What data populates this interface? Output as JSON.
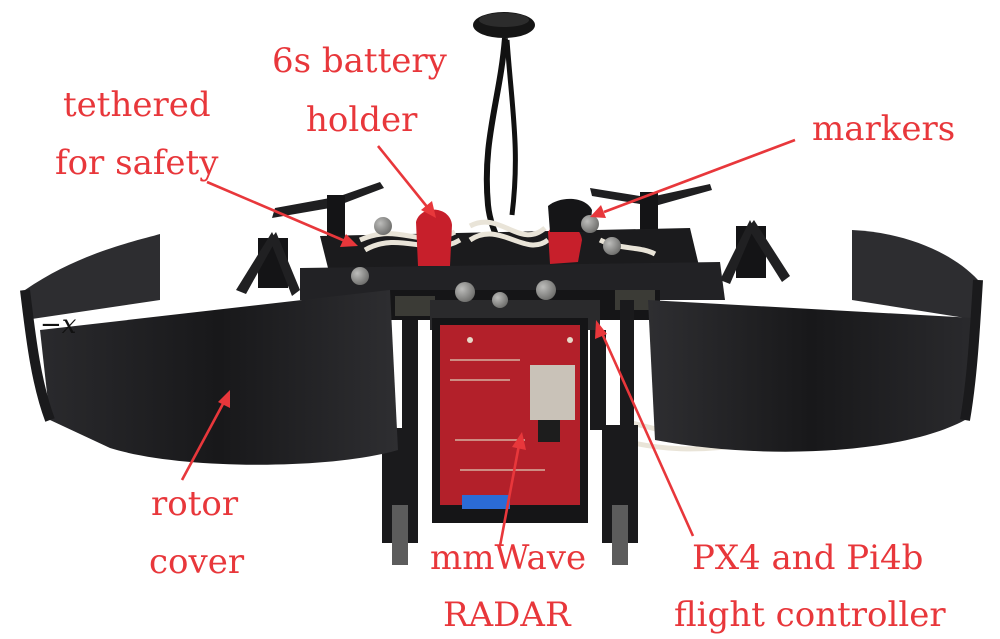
{
  "colors": {
    "annotation": "#e8373b",
    "drone_body": "#1c1c1e",
    "rotor_cover": "#232326",
    "radar_board": "#b3202a",
    "battery_holder": "#c71f2b",
    "marker": "#8a8a88",
    "tether": "#e9e4d8",
    "background": "#ffffff"
  },
  "labels": {
    "battery_line1": "6s battery",
    "battery_line2": "holder",
    "tethered_line1": "tethered",
    "tethered_line2": "for safety",
    "markers": "markers",
    "rotor_line1": "rotor",
    "rotor_line2": "cover",
    "radar_line1": "mmWave",
    "radar_line2": "RADAR",
    "fc_line1": "PX4 and Pi4b",
    "fc_line2": "flight controller",
    "axis": "−x"
  }
}
